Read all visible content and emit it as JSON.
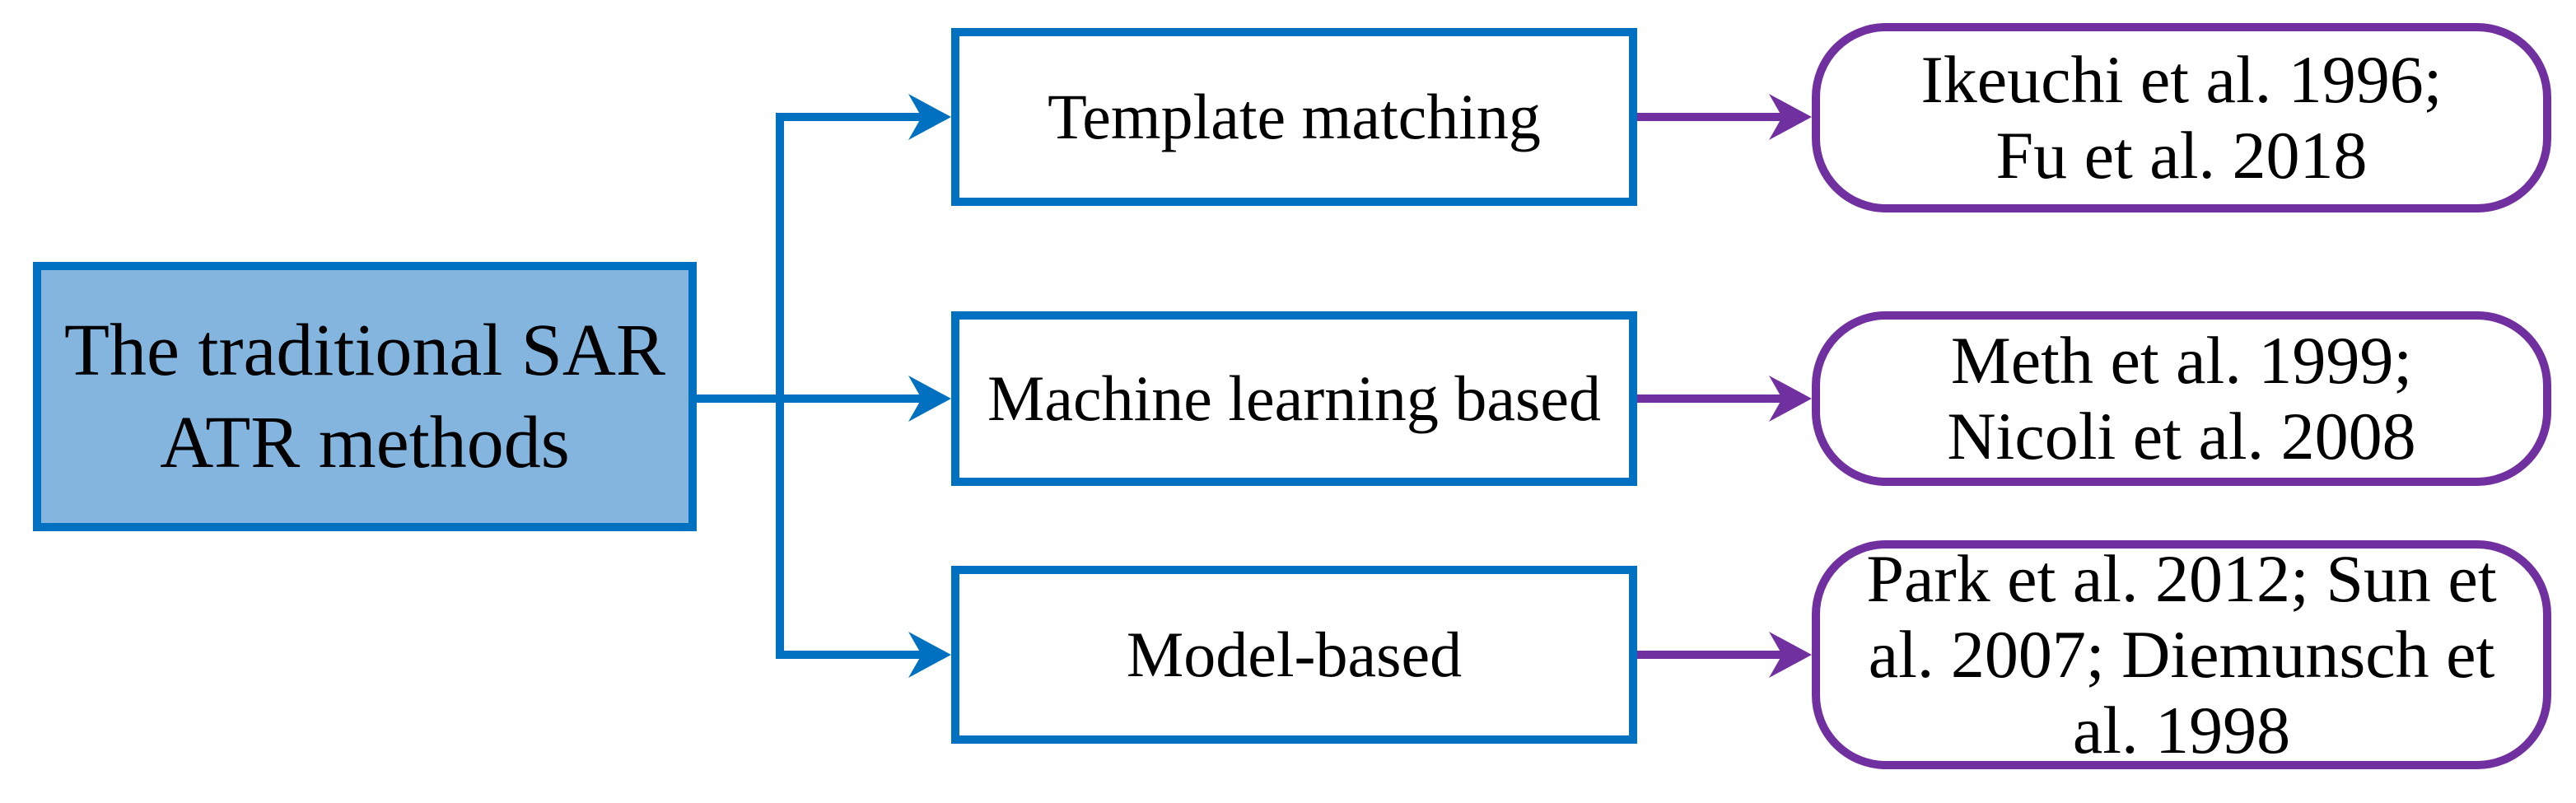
{
  "colors": {
    "blue": "#0070C0",
    "light_blue_fill": "#84B5DE",
    "purple": "#7030A0",
    "text": "#000000",
    "background": "#FFFFFF"
  },
  "root": {
    "lines": [
      "The traditional SAR",
      "ATR methods"
    ],
    "full_text": "The traditional SAR ATR methods"
  },
  "branches": [
    {
      "label": "Template matching"
    },
    {
      "label": "Machine learning based"
    },
    {
      "label": "Model-based"
    }
  ],
  "references": [
    {
      "lines": [
        "Ikeuchi et al. 1996;",
        "Fu et al. 2018"
      ],
      "full_text": "Ikeuchi et al. 1996; Fu et al. 2018"
    },
    {
      "lines": [
        "Meth et al. 1999;",
        "Nicoli et al. 2008"
      ],
      "full_text": "Meth et al. 1999; Nicoli et al. 2008"
    },
    {
      "lines": [
        "Park et al. 2012; Sun et",
        "al. 2007; Diemunsch et",
        "al. 1998"
      ],
      "full_text": "Park et al. 2012; Sun et al. 2007; Diemunsch et al. 1998"
    }
  ]
}
